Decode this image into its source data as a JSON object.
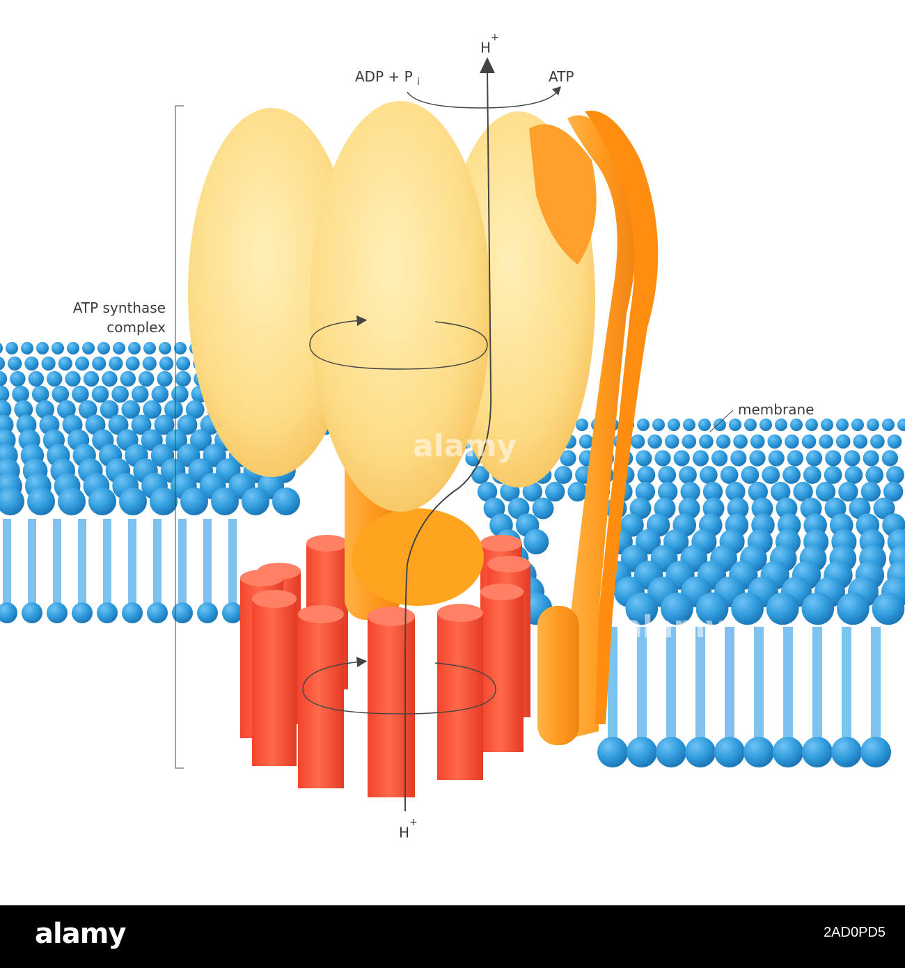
{
  "labels": {
    "h_plus_top_base": "H",
    "h_plus_top_sup": "+",
    "adp_base": "ADP + P",
    "adp_sub": "i",
    "atp": "ATP",
    "complex_line1": "ATP synthase",
    "complex_line2": "complex",
    "membrane": "membrane",
    "h_plus_bottom_base": "H",
    "h_plus_bottom_sup": "+"
  },
  "footer": {
    "brand": "alamy",
    "image_id": "2AD0PD5"
  },
  "watermark": "alamy",
  "colors": {
    "lipid_head": "#2f9bdc",
    "lipid_tail": "#7ec2ef",
    "head_unit": "#fde39b",
    "peripheral_stalk": "#ff9a1f",
    "c_ring": "#f0553a",
    "arrow": "#444444"
  }
}
